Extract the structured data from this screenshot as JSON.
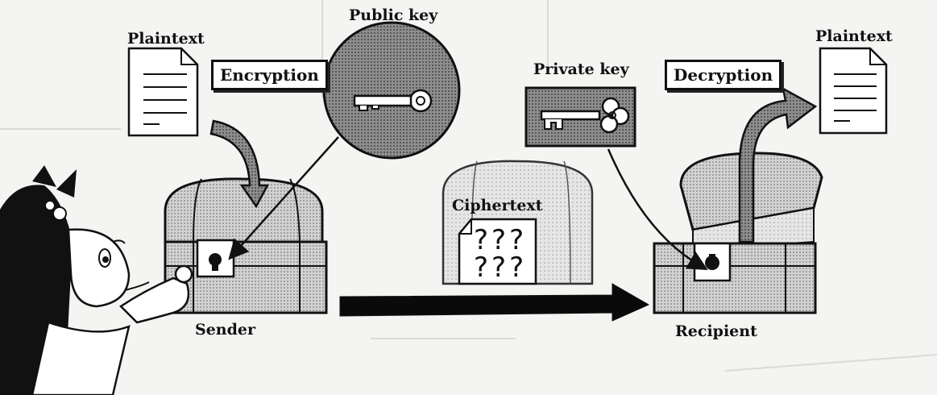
{
  "labels": {
    "plaintext_left": "Plaintext",
    "encryption": "Encryption",
    "public_key": "Public key",
    "private_key": "Private key",
    "decryption": "Decryption",
    "plaintext_right": "Plaintext",
    "ciphertext": "Ciphertext",
    "sender": "Sender",
    "recipient": "Recipient"
  },
  "ciphertext_marks": {
    "row1": "???",
    "row2": "???"
  },
  "icons": [
    "document-icon",
    "key-icon",
    "treasure-chest-icon",
    "padlock-icon",
    "arrow-icon",
    "girl-character"
  ],
  "colors": {
    "ink": "#111111",
    "paper": "#ffffff",
    "chest_tone": "#c9c9c9",
    "circle_tone": "#9a9a9a",
    "background": "#f4f4f2"
  }
}
